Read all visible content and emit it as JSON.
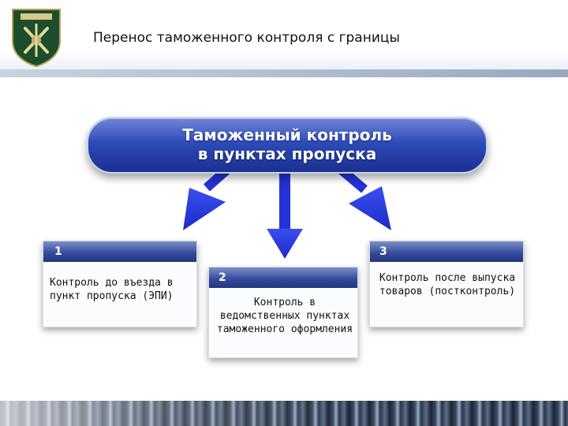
{
  "slide": {
    "title": "Перенос таможенного контроля с границы"
  },
  "main_box": {
    "line1": "Таможенный контроль",
    "line2": "в пунктах пропуска"
  },
  "cards": [
    {
      "number": "1",
      "text": "Контроль до въезда в пункт пропуска (ЭПИ)"
    },
    {
      "number": "2",
      "text": "Контроль в ведомственных пунктах таможенного оформления"
    },
    {
      "number": "3",
      "text": "Контроль после выпуска товаров (постконтроль)"
    }
  ],
  "colors": {
    "accent": "#1a2f92",
    "arrow": "#2432d6",
    "header_band": "#b6c3d6"
  },
  "icons": {
    "logo": "customs-emblem-icon"
  }
}
